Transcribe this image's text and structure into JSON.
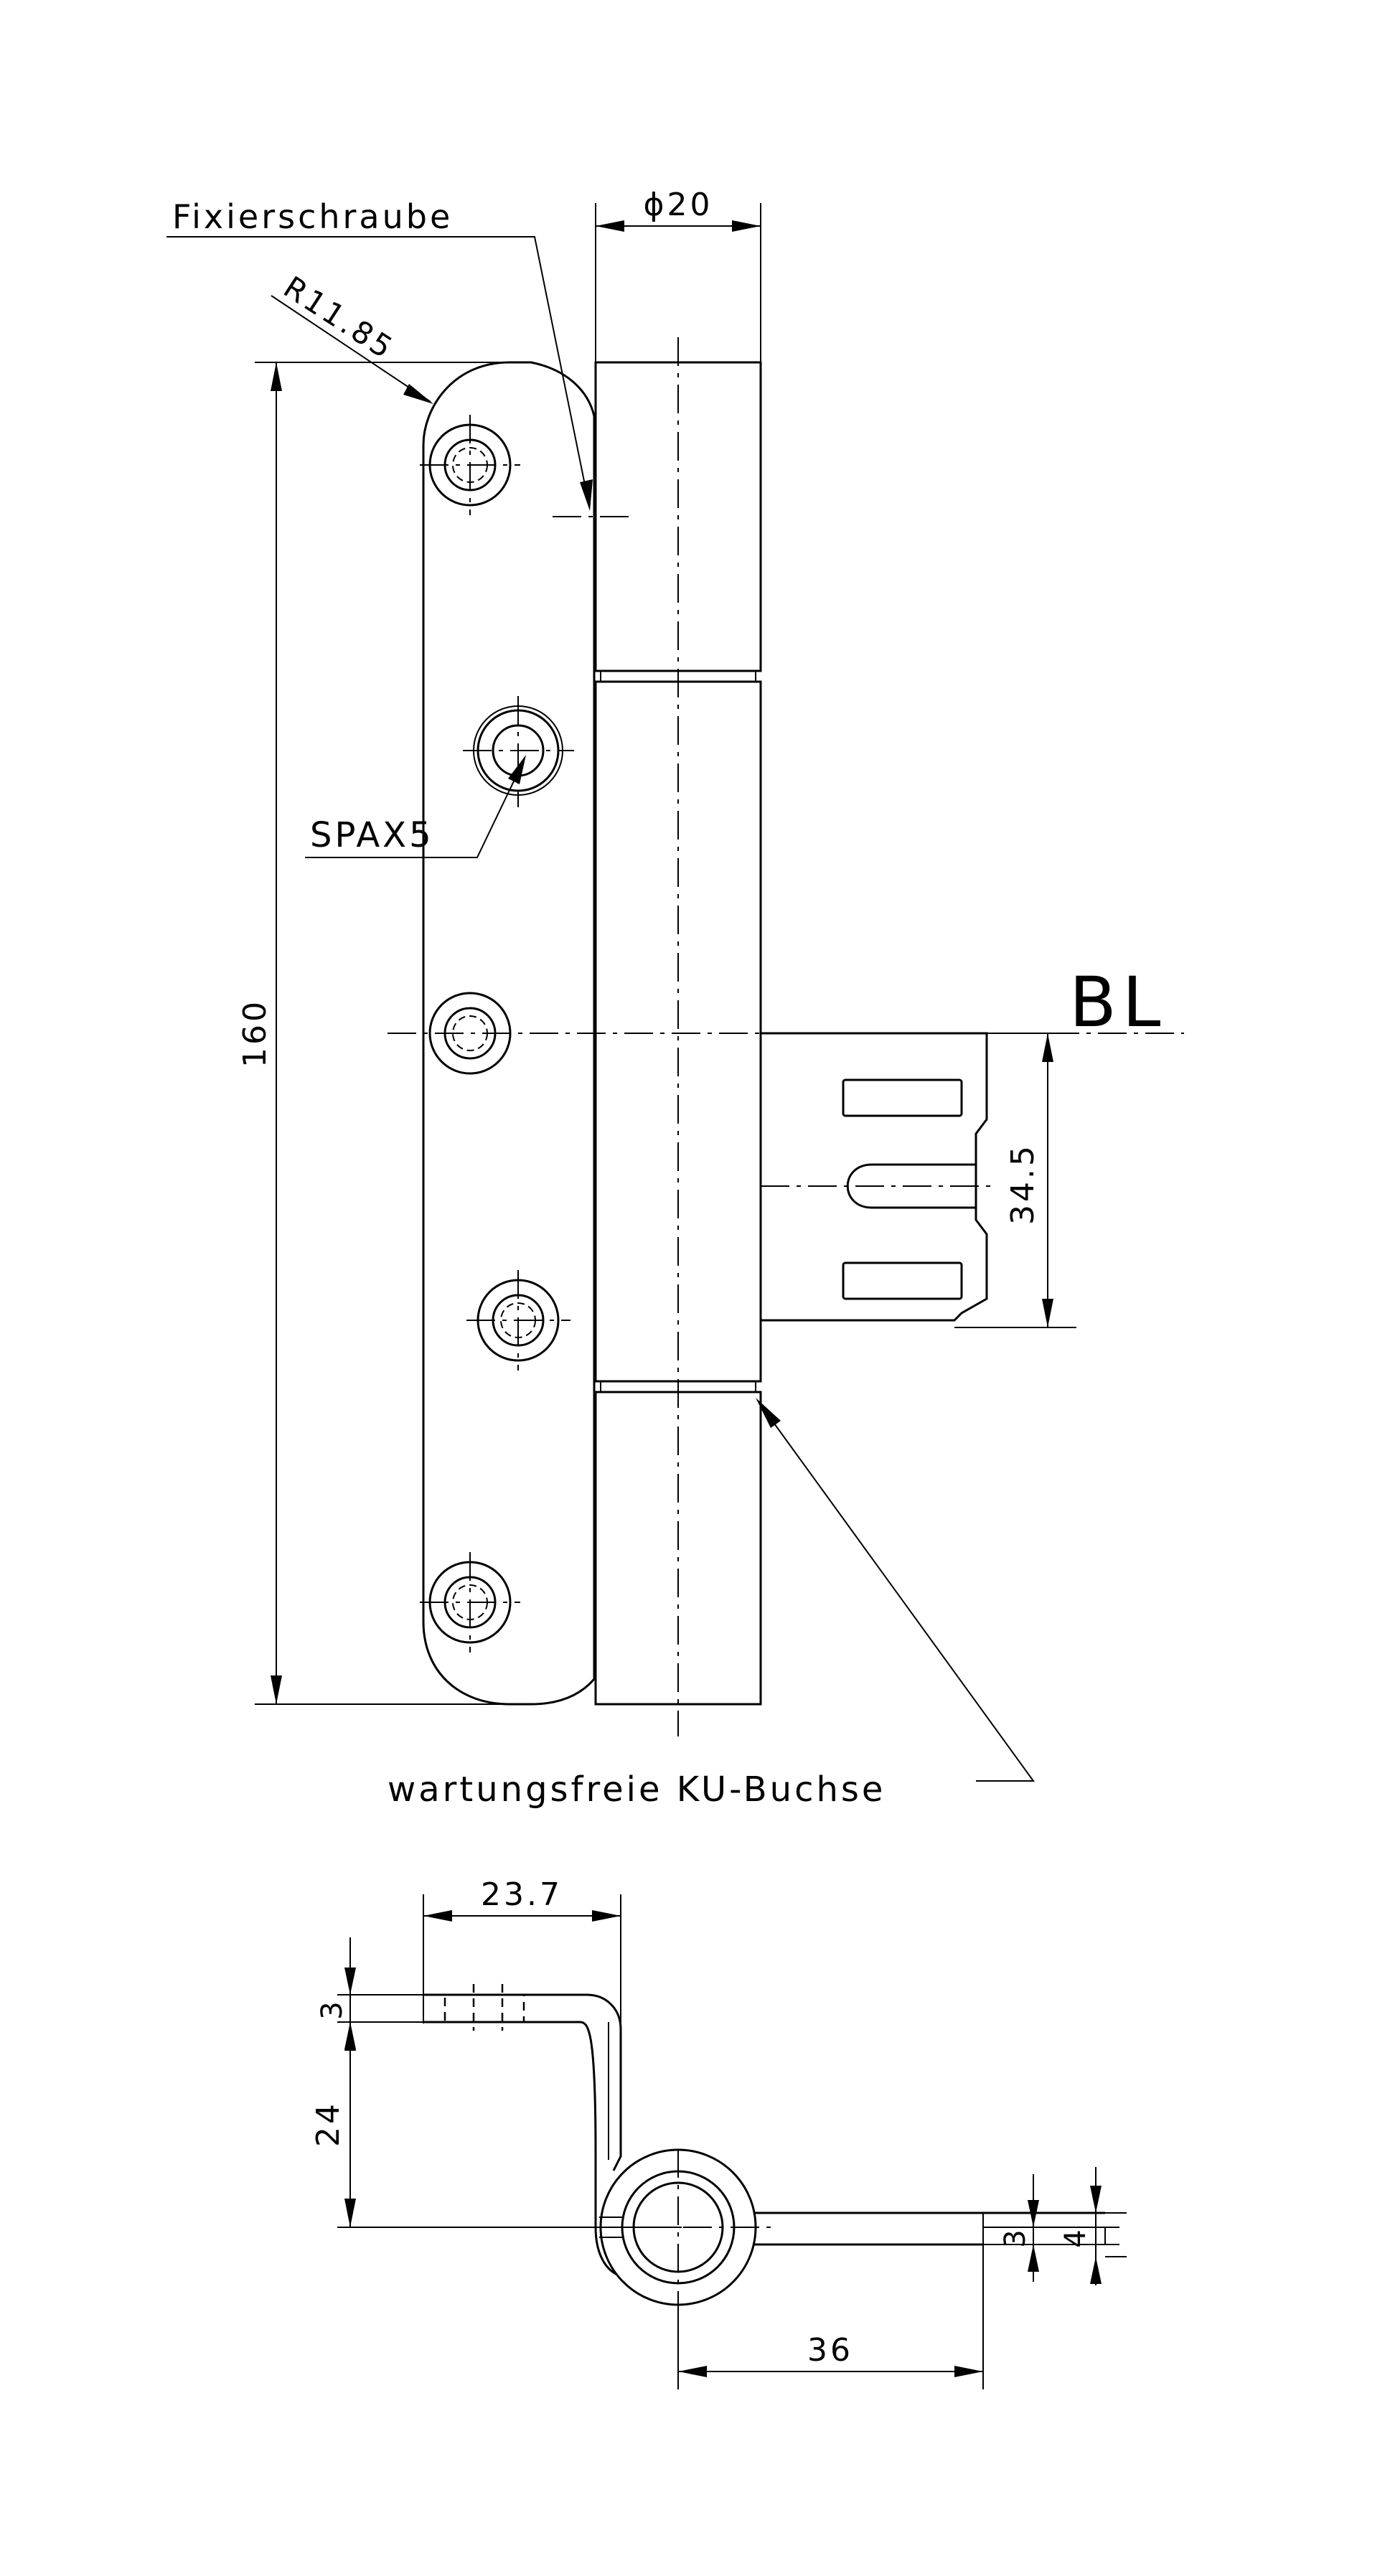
{
  "labels": {
    "fixing_screw": "Fixierschraube",
    "radius": "R11.85",
    "screw": "SPAX5",
    "bl": "BL",
    "bushing": "wartungsfreie KU-Buchse"
  },
  "dimensions": {
    "diameter": "ϕ20",
    "height": "160",
    "offset": "34.5",
    "top_width": "23.7",
    "plate_thickness": "3",
    "leaf_height": "24",
    "leaf_length": "36",
    "right_thickness": "3",
    "right_total": "4"
  }
}
